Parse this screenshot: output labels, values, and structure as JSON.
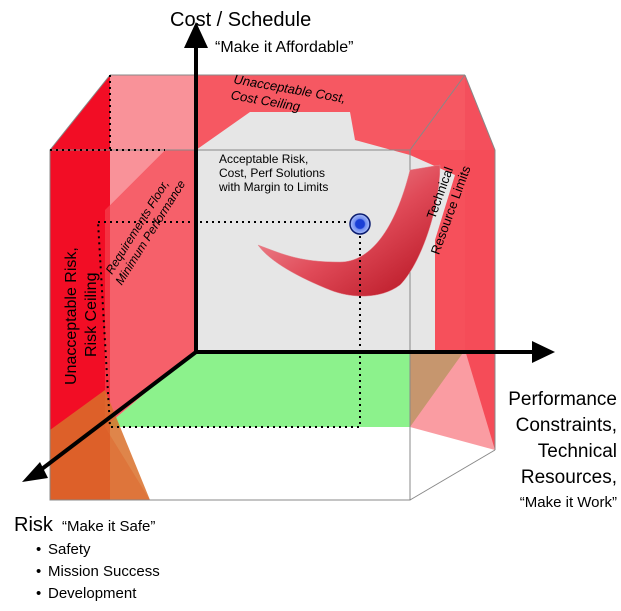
{
  "axes": {
    "vertical": {
      "title": "Cost / Schedule",
      "subtitle": "“Make it Affordable”"
    },
    "horizontal": {
      "lines": [
        "Performance",
        "Constraints,",
        "Technical",
        "Resources,"
      ],
      "tagline": "“Make it Work”"
    },
    "depth": {
      "title": "Risk",
      "subtitle": "“Make it Safe”",
      "items": [
        "Safety",
        "Mission Success",
        "Development"
      ],
      "bullet": "•"
    }
  },
  "regions": {
    "cost_ceiling": [
      "Unacceptable Cost,",
      "Cost Ceiling"
    ],
    "resource_limits": [
      "Technical",
      "Resource Limits"
    ],
    "risk_ceiling": [
      "Unacceptable Risk,",
      "Risk Ceiling"
    ],
    "requirements_floor": [
      "Requirements Floor,",
      "Minimum Performance"
    ],
    "acceptable": [
      "Acceptable Risk,",
      "Cost, Perf Solutions",
      "with Margin to Limits"
    ]
  },
  "colors": {
    "risk_wall": "#f20d25",
    "cost_wall": "#f54a55",
    "resource_wall": "#f23040",
    "floor": "#8cf28c",
    "acceptable_region": "#e6e6e6",
    "surface": "#c81e30",
    "marker": "#1a3fd6"
  }
}
